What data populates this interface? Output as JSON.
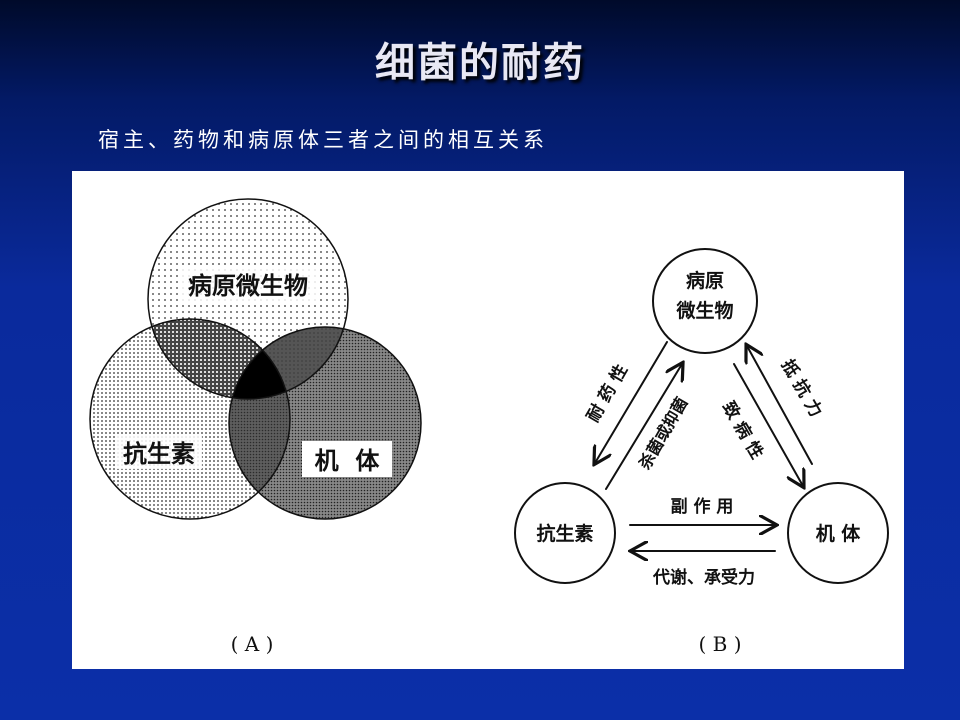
{
  "slide": {
    "title": "细菌的耐药",
    "subtitle": "宿主、药物和病原体三者之间的相互关系"
  },
  "diagram_a": {
    "caption": "( A )",
    "circles": {
      "pathogen": "病原微生物",
      "antibiotic": "抗生素",
      "host": "机  体"
    }
  },
  "diagram_b": {
    "caption": "( B )",
    "nodes": {
      "pathogen_line1": "病原",
      "pathogen_line2": "微生物",
      "antibiotic": "抗生素",
      "host": "机 体"
    },
    "edges": {
      "resistance": "耐 药 性",
      "bactericidal": "杀菌或抑菌",
      "pathogenicity": "致 病 性",
      "immunity": "抵 抗 力",
      "side_effect": "副 作 用",
      "metabolism": "代谢、承受力"
    }
  }
}
